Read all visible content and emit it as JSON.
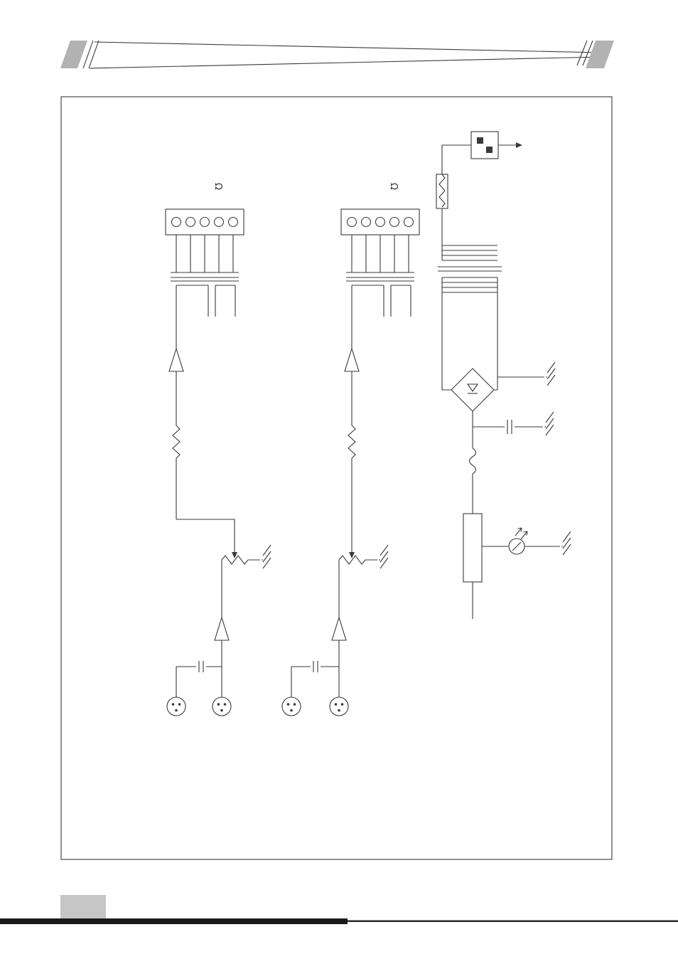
{
  "document": {
    "type": "schematic-diagram-page",
    "background": "#ffffff",
    "ink_color": "#3a3a3a"
  },
  "header": {
    "banner_block_color": "#b2b2b2"
  },
  "schematic": {
    "channels": [
      {
        "id": "channel-1",
        "connector_label": "Ω",
        "connector_pins": 5,
        "components": [
          "5-pin-input-connector",
          "input-transformer",
          "buffer-amplifier",
          "series-resistor",
          "level-potentiometer",
          "chassis-ground",
          "output-amplifier",
          "coupling-capacitor",
          "round-output-connector-a",
          "round-output-connector-b"
        ]
      },
      {
        "id": "channel-2",
        "connector_label": "Ω",
        "connector_pins": 5,
        "components": [
          "5-pin-input-connector",
          "input-transformer",
          "buffer-amplifier",
          "series-resistor",
          "level-potentiometer",
          "chassis-ground",
          "output-amplifier",
          "coupling-capacitor",
          "round-output-connector-a",
          "round-output-connector-b"
        ]
      }
    ],
    "power_supply": {
      "components": [
        "dc-output-connector",
        "fusible-resistor",
        "power-transformer",
        "bridge-rectifier",
        "smoothing-capacitor",
        "choke-inductor",
        "voltage-regulator",
        "indicator-lamp",
        "chassis-ground"
      ]
    }
  },
  "footer": {
    "page_block_color": "#c6c6c6",
    "rule_color": "#1a1a1a"
  }
}
